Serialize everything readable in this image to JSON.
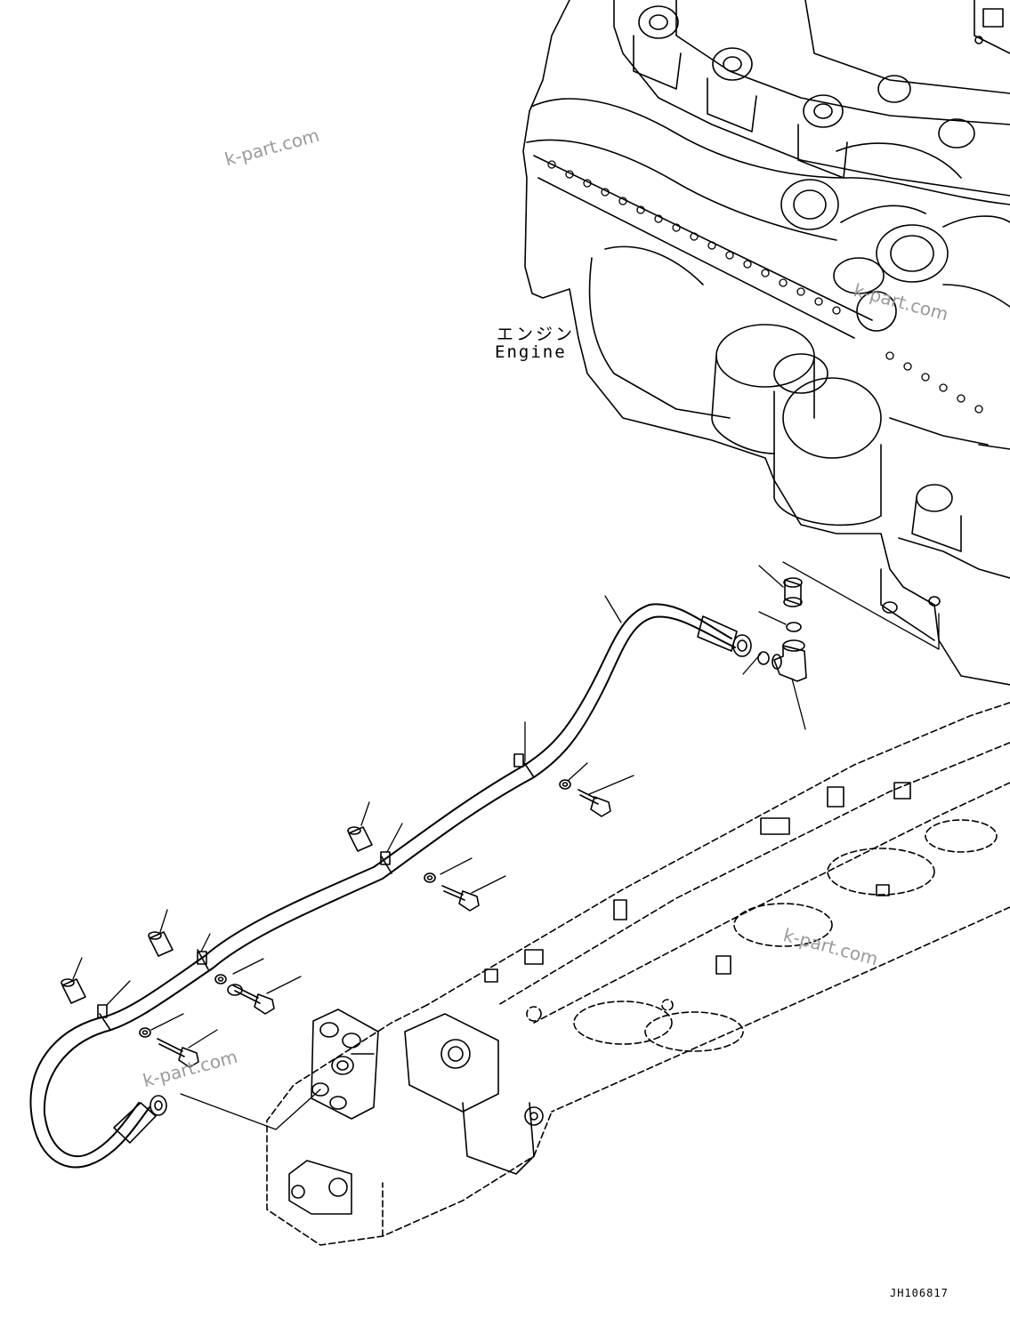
{
  "labels": {
    "engine_jp": "エンジン",
    "engine_en": "Engine"
  },
  "drawing_number": "JH106817",
  "watermarks": [
    "k-part.com",
    "k-part.com",
    "k-part.com",
    "k-part.com"
  ],
  "colors": {
    "line": "#000000",
    "background": "#ffffff",
    "watermark": "#9a9a9a"
  }
}
